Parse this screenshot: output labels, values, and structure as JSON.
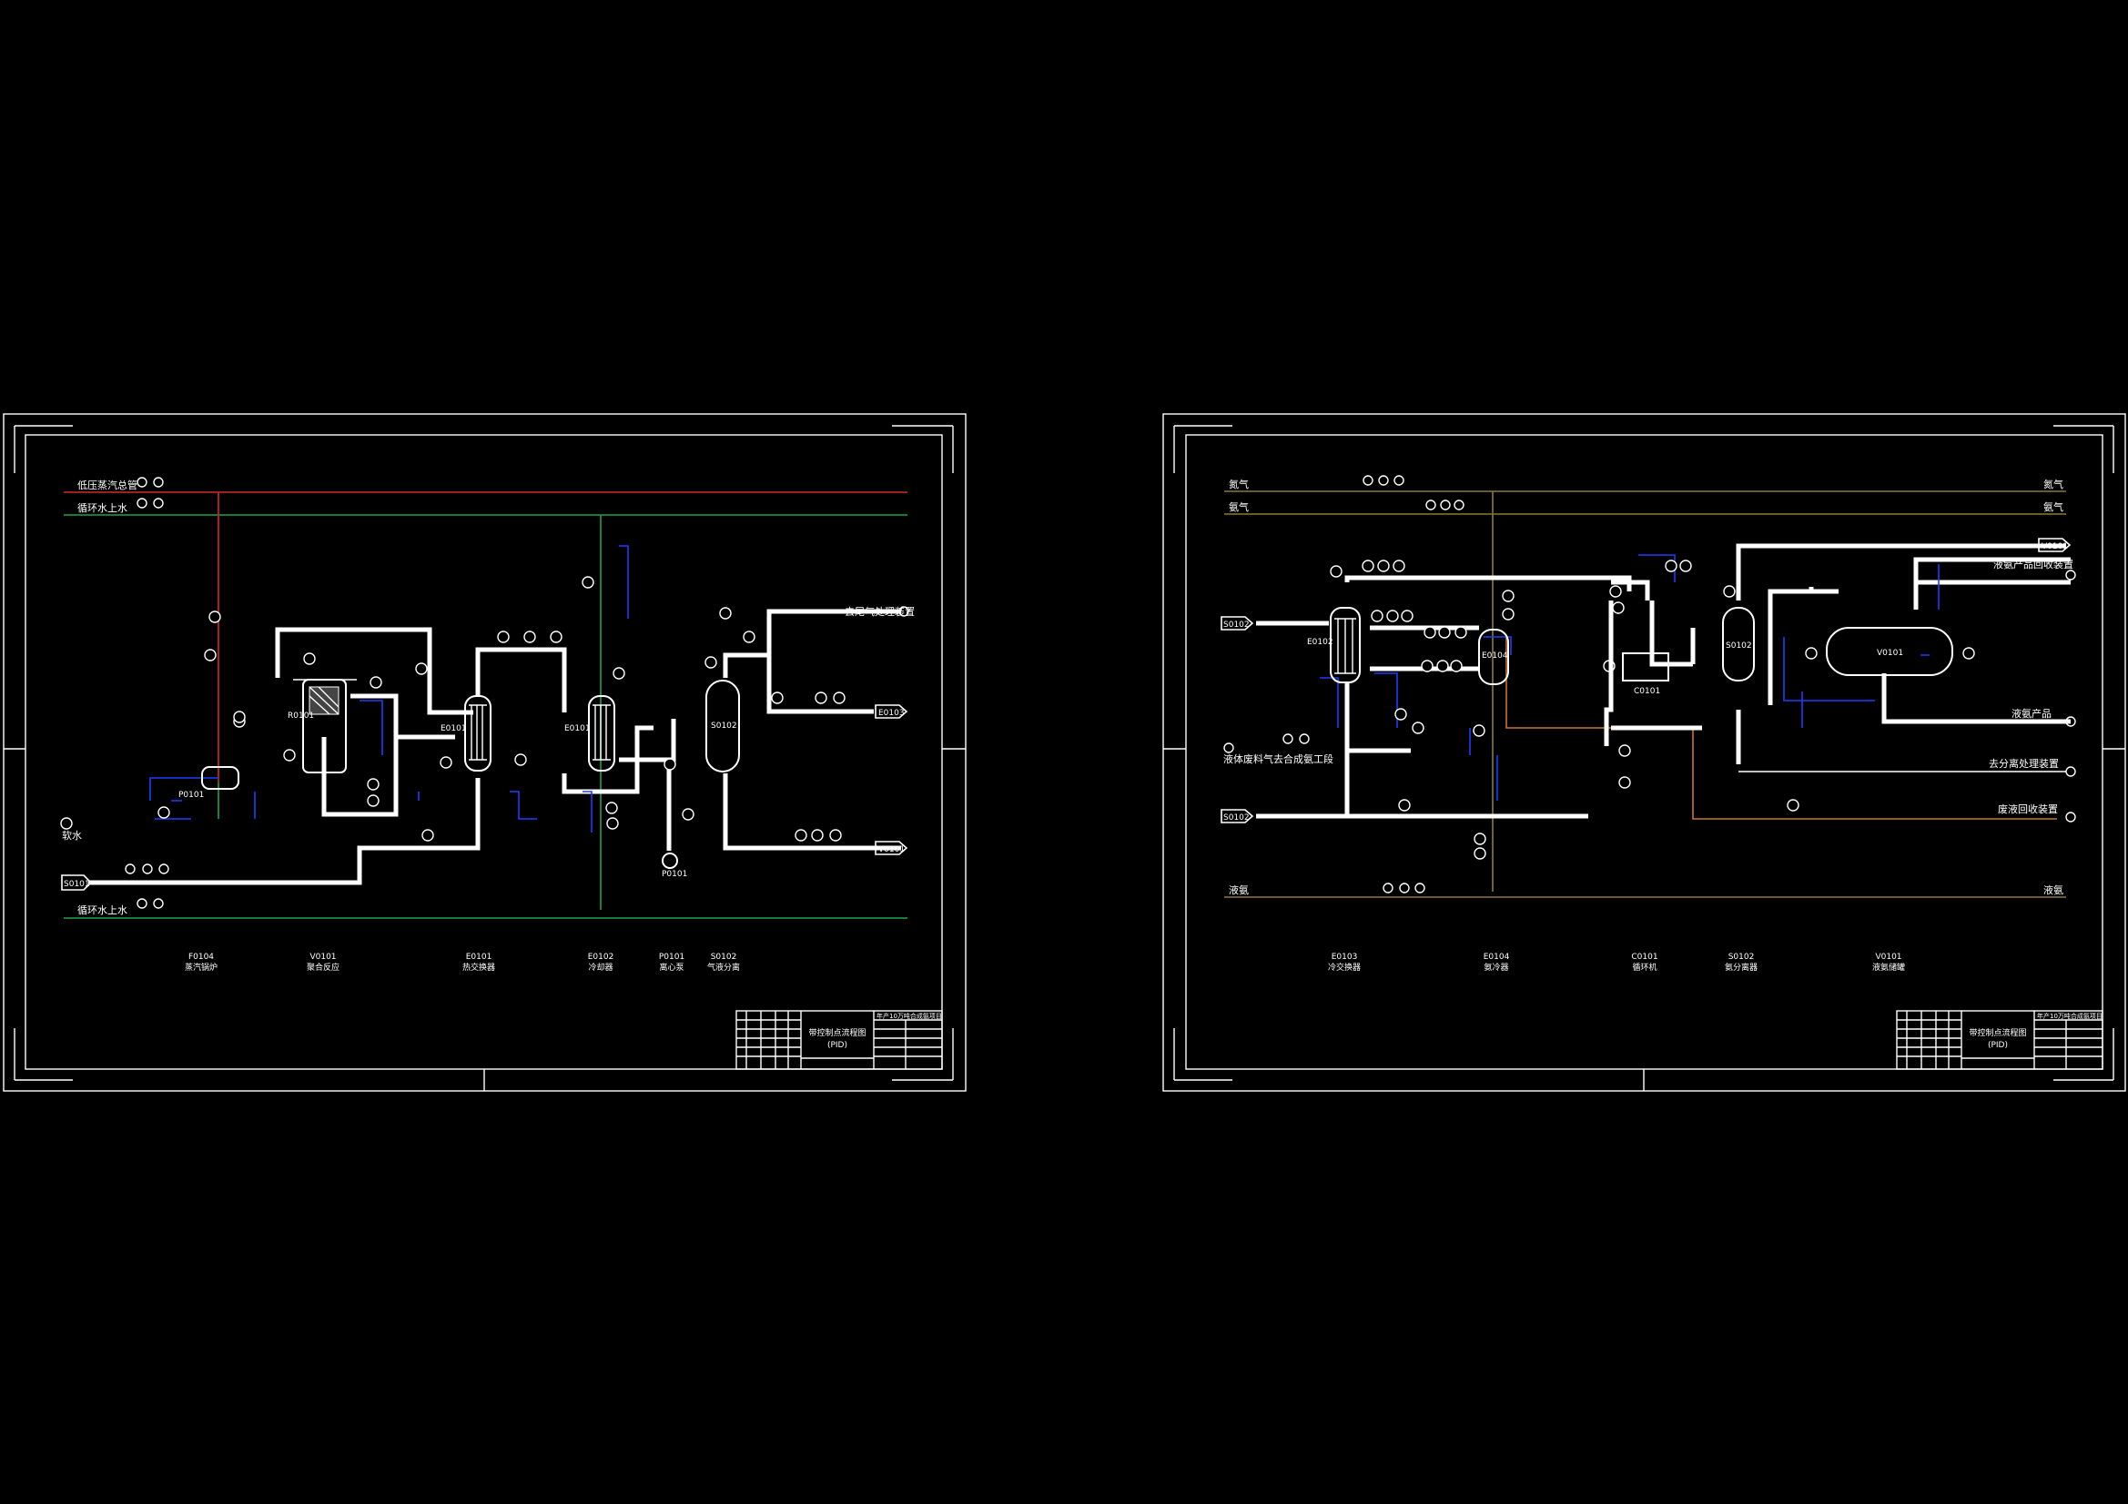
{
  "sheets": [
    {
      "id": "left",
      "utility_lines": [
        {
          "label": "低压蒸汽总管",
          "color": "red"
        },
        {
          "label": "循环水上水",
          "color": "green"
        },
        {
          "label": "循环水上水",
          "color": "green"
        }
      ],
      "streams_in": [
        {
          "tag": "S0101",
          "label": ""
        },
        {
          "tag": "",
          "label": "软水"
        }
      ],
      "streams_out": [
        {
          "tag": "",
          "label": "去尾气处理装置"
        },
        {
          "tag": "E0103",
          "label": ""
        },
        {
          "tag": "V0101",
          "label": ""
        }
      ],
      "equipment_tags": [
        "R0101",
        "P0101",
        "E0101",
        "E0101",
        "S0102",
        "P0101"
      ],
      "legend": [
        {
          "tag": "F0104",
          "name": "蒸汽锅炉"
        },
        {
          "tag": "V0101",
          "name": "聚合反应"
        },
        {
          "tag": "E0101",
          "name": "热交换器"
        },
        {
          "tag": "E0102",
          "name": "冷却器"
        },
        {
          "tag": "P0101",
          "name": "离心泵"
        },
        {
          "tag": "S0102",
          "name": "气液分离"
        }
      ],
      "title_block": {
        "project": "年产10万吨合成氨项目",
        "drawing_title": "带控制点流程图",
        "drawing_sub": "(PID)"
      }
    },
    {
      "id": "right",
      "utility_lines": [
        {
          "label": "氮气",
          "right_label": "氮气",
          "color": "olive"
        },
        {
          "label": "氨气",
          "right_label": "氨气",
          "color": "olive"
        },
        {
          "label": "液氨",
          "right_label": "液氨",
          "color": "olive"
        }
      ],
      "streams_in": [
        {
          "tag": "S0102",
          "label": ""
        },
        {
          "tag": "",
          "label": "液体废料气去合成氨工段"
        },
        {
          "tag": "S0102",
          "label": ""
        }
      ],
      "streams_out": [
        {
          "tag": "V0101",
          "label": ""
        },
        {
          "tag": "",
          "label": "液氨产品回收装置"
        },
        {
          "tag": "",
          "label": "液氨产品"
        },
        {
          "tag": "",
          "label": "去分离处理装置"
        },
        {
          "tag": "",
          "label": "废液回收装置"
        }
      ],
      "equipment_tags": [
        "E0102",
        "E0104",
        "C0101",
        "S0102",
        "V0101"
      ],
      "legend": [
        {
          "tag": "E0103",
          "name": "冷交换器"
        },
        {
          "tag": "E0104",
          "name": "氨冷器"
        },
        {
          "tag": "C0101",
          "name": "循环机"
        },
        {
          "tag": "S0102",
          "name": "氨分离器"
        },
        {
          "tag": "V0101",
          "name": "液氨储罐"
        }
      ],
      "title_block": {
        "project": "年产10万吨合成氨项目",
        "drawing_title": "带控制点流程图",
        "drawing_sub": "(PID)"
      }
    }
  ]
}
